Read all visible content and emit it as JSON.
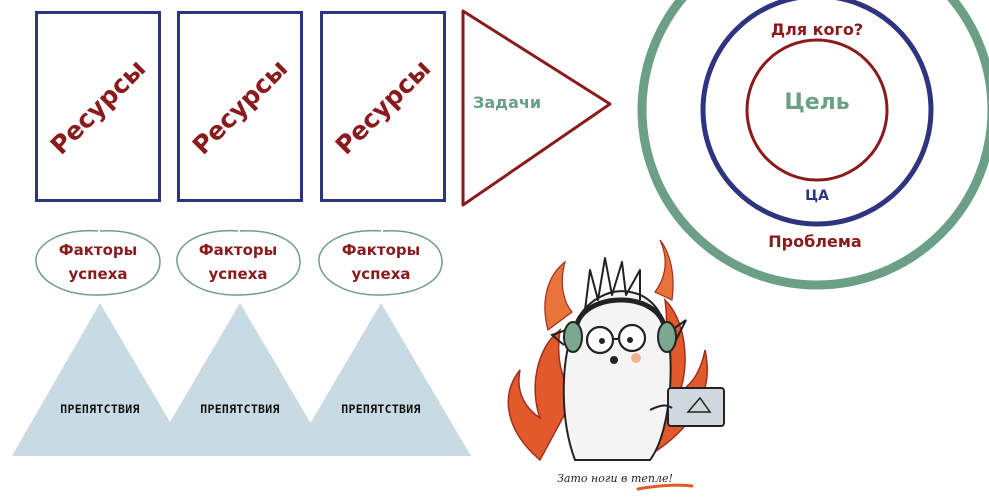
{
  "resources": [
    {
      "label": "Ресурсы"
    },
    {
      "label": "Ресурсы"
    },
    {
      "label": "Ресурсы"
    }
  ],
  "tasks": {
    "label": "Задачи"
  },
  "goal": {
    "question": "Для кого?",
    "main": "Цель",
    "audience": "ЦА",
    "problem": "Проблема"
  },
  "factors": [
    {
      "line1": "Факторы",
      "line2": "успеха"
    },
    {
      "line1": "Факторы",
      "line2": "успеха"
    },
    {
      "line1": "Факторы",
      "line2": "успеха"
    }
  ],
  "obstacles": [
    {
      "label": "ПРЕПЯТСТВИЯ"
    },
    {
      "label": "ПРЕПЯТСТВИЯ"
    },
    {
      "label": "ПРЕПЯТСТВИЯ"
    }
  ],
  "illustration": {
    "caption": "Зато ноги в тепле!",
    "icon": "hedgehog-on-fire-illustration"
  },
  "colors": {
    "navy": "#2e3480",
    "maroon": "#8b1a1c",
    "sage": "#6b9f86",
    "mountain": "#c9dbe2"
  }
}
